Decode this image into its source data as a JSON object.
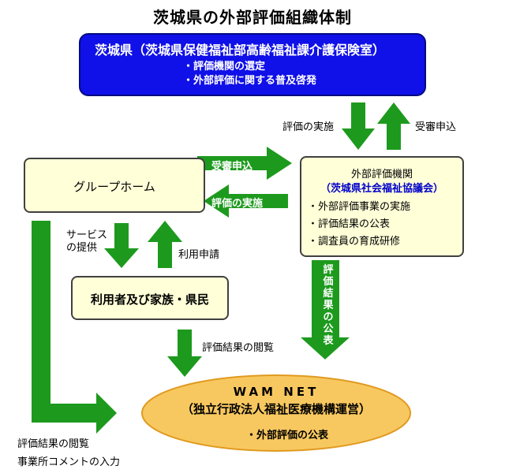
{
  "title": "茨城県の外部評価組織体制",
  "prefecture": {
    "title": "茨城県（茨城県保健福祉部高齢福祉課介護保険室）",
    "items": [
      "・評価機関の選定",
      "・外部評価に関する普及啓発"
    ]
  },
  "arrows": {
    "conduct_evaluation_down": "評価の実施",
    "apply_up": "受審申込",
    "apply_right": "受審申込",
    "conduct_evaluation_left": "評価の実施",
    "service_provision": [
      "サービス",
      "の提供"
    ],
    "usage_application": "利用申請",
    "publish_results": "評価結果の公表",
    "view_results": "評価結果の閲覧"
  },
  "group_home": {
    "label": "グループホーム"
  },
  "external_agency": {
    "title": "外部評価機関",
    "subtitle": "（茨城県社会福祉協議会）",
    "items": [
      "・外部評価事業の実施",
      "・評価結果の公表",
      "・調査員の育成研修"
    ]
  },
  "users": {
    "label": "利用者及び家族・県民"
  },
  "wam_net": {
    "title": "WAM NET",
    "subtitle": "（独立行政法人福祉医療機構運営）",
    "item": "・外部評価の公表"
  },
  "bottom_left": [
    "評価結果の閲覧",
    "事業所コメントの入力"
  ],
  "colors": {
    "arrow_green": "#1d9a1d",
    "prefecture_blue": "#1010e8",
    "box_cream": "#ffffd8",
    "wam_orange": "#f8c860",
    "agency_subtitle_blue": "#0000cc"
  }
}
